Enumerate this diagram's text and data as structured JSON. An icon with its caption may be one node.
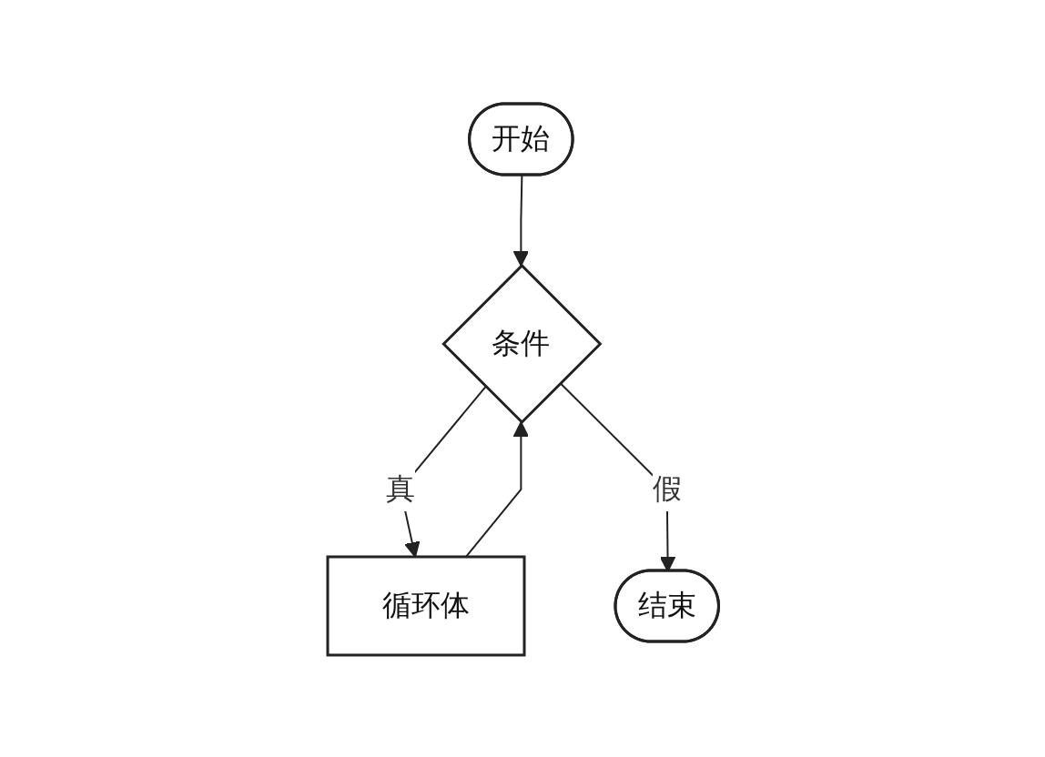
{
  "diagram": {
    "nodes": [
      {
        "text": [
          "开始"
        ]
      },
      {
        "text": [
          "条件"
        ]
      },
      {
        "text": [
          "循环体"
        ]
      },
      {
        "text": [
          "结束"
        ]
      }
    ],
    "edges": [
      {
        "from": 0,
        "to": 1,
        "arrow": "to"
      },
      {
        "from": 1,
        "to": 2,
        "arrow": "to",
        "label": "真"
      },
      {
        "from": 1,
        "to": 3,
        "arrow": "to",
        "label": "假"
      },
      {
        "from": 2,
        "to": 1,
        "arrow": "to"
      }
    ]
  }
}
